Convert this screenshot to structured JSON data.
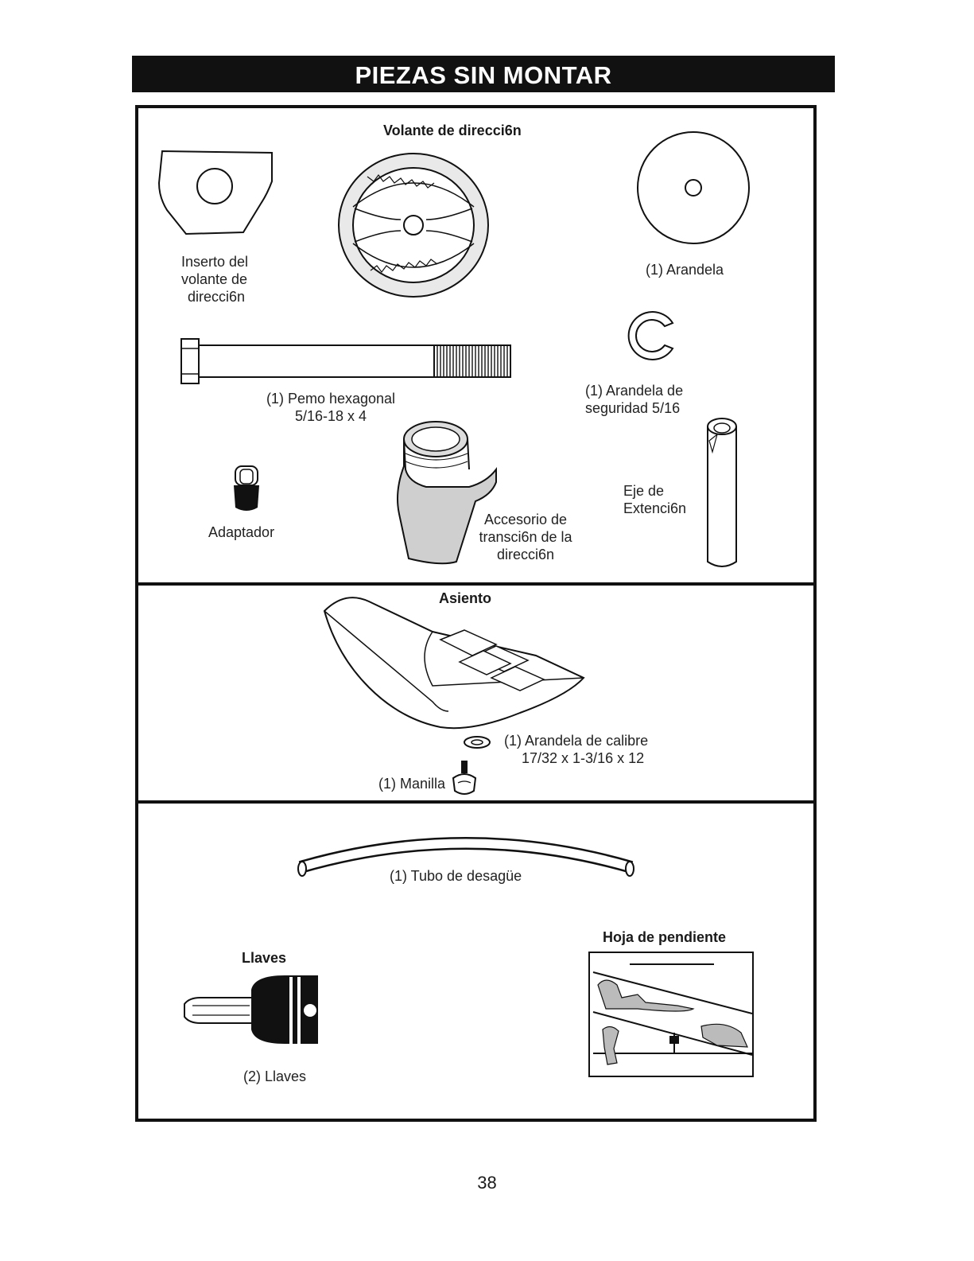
{
  "header": {
    "title": "PIEZAS SIN MONTAR"
  },
  "section1": {
    "steering_wheel_title": "Volante de direcci6n",
    "insert_label": [
      "Inserto del",
      "volante de",
      "direcci6n"
    ],
    "washer_label": "(1) Arandela",
    "bolt_label": [
      "(1) Pemo hexagonal",
      "5/16-18 x 4"
    ],
    "lock_washer_label": [
      "(1) Arandela de",
      "seguridad 5/16"
    ],
    "adapter_label": "Adaptador",
    "transition_label": [
      "Accesorio de",
      "transci6n de la",
      "direcci6n"
    ],
    "extension_label": [
      "Eje de",
      "Extenci6n"
    ]
  },
  "section2": {
    "seat_title": "Asiento",
    "gauge_washer_label": [
      "(1) Arandela de calibre",
      "17/32 x 1-3/16 x 12"
    ],
    "knob_label": "(1) Manilla"
  },
  "section3": {
    "drain_tube_label": "(1) Tubo de desagüe",
    "keys_title": "Llaves",
    "keys_label": "(2) Llaves",
    "slope_sheet_title": "Hoja de pendiente"
  },
  "footer": {
    "page_number": "38"
  }
}
